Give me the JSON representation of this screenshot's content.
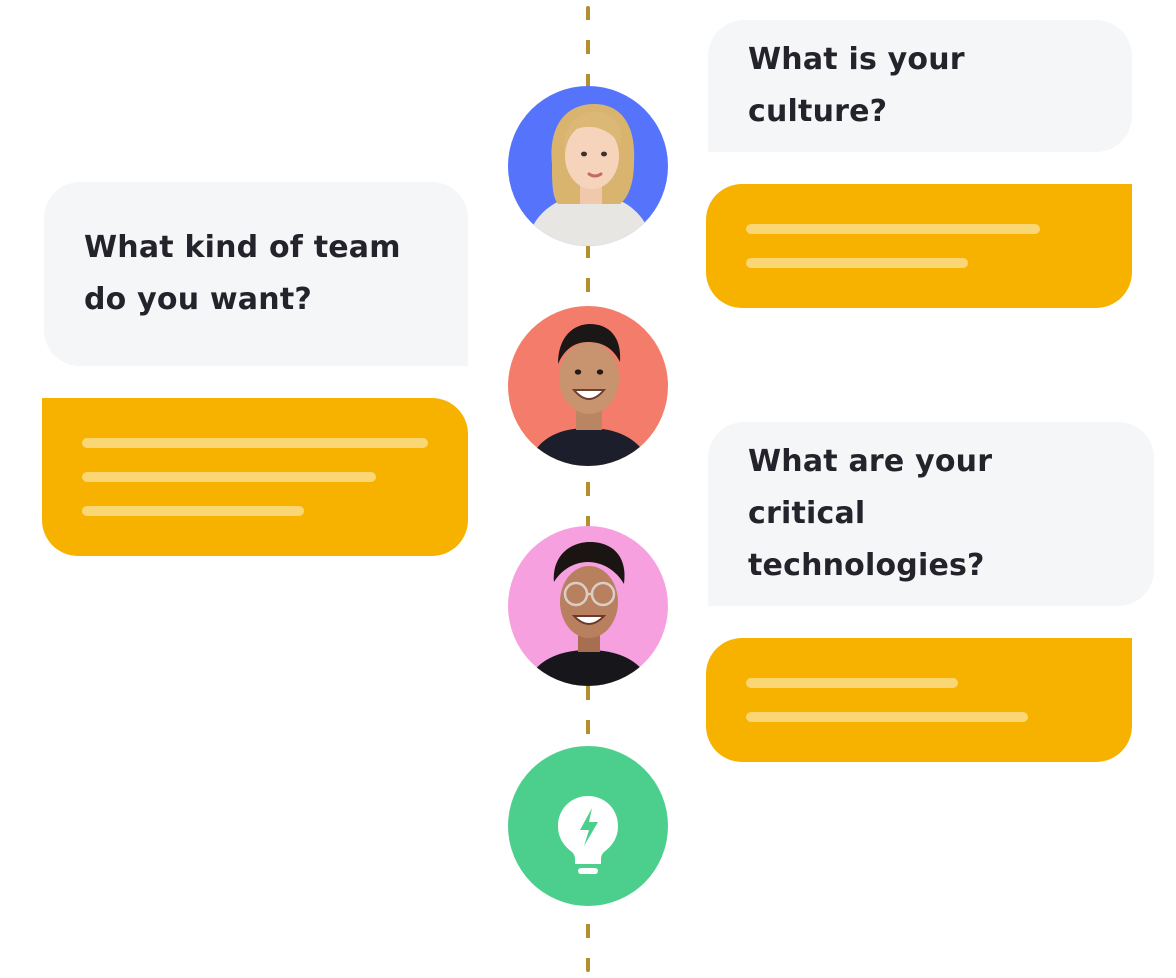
{
  "questions": {
    "q1": {
      "line1": "What is your culture?"
    },
    "q2": {
      "line1": "What kind of team",
      "line2": "do you want?"
    },
    "q3": {
      "line1": "What are your critical",
      "line2": "technologies?"
    }
  },
  "colors": {
    "question_bg": "#f5f6f8",
    "answer_bg": "#f7b200",
    "answer_line": "#fad675",
    "timeline": "#b38f2e",
    "avatar_blue": "#5673fc",
    "avatar_coral": "#f47c6a",
    "avatar_pink": "#f6a0e0",
    "idea_green": "#4ccf8c"
  },
  "icons": {
    "person1": "woman-blonde-avatar",
    "person2": "man-smiling-avatar",
    "person3": "woman-glasses-avatar",
    "idea": "lightbulb-bolt-icon"
  }
}
